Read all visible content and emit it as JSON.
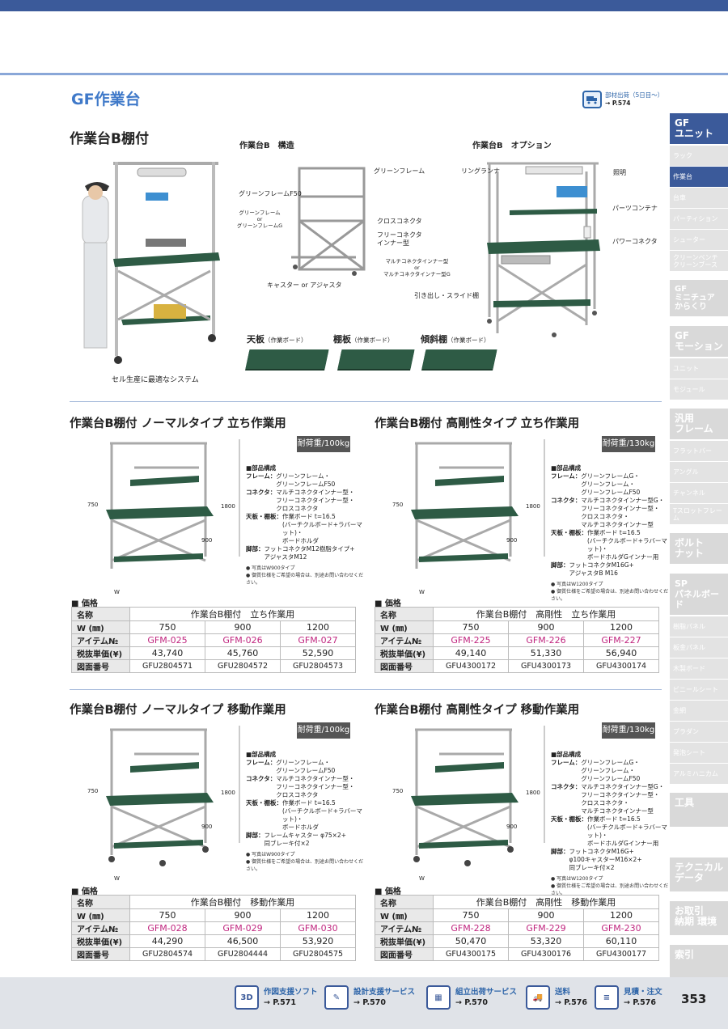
{
  "header": {
    "title": "GF作業台",
    "shipping": {
      "label": "部材出荷（5日目〜）",
      "ref": "→ P.574"
    }
  },
  "hero": {
    "title": "作業台B棚付",
    "caption": "セル生産に最適なシステム",
    "structure_title": "作業台B　構造",
    "option_title": "作業台B　オプション",
    "structure_callouts": {
      "green_frame": "グリーンフレーム",
      "green_frame_f50": "グリーンフレームF50",
      "green_frame_or": "グリーンフレーム\nor\nグリーンフレームG",
      "cross_connector": "クロスコネクタ",
      "free_connector": "フリーコネクタ\nインナー型",
      "multi_connector": "マルチコネクタインナー型\nor\nマルチコネクタインナー型G",
      "caster": "キャスター or アジャスタ"
    },
    "option_callouts": {
      "ring_lamp": "リングランナ",
      "light": "照明",
      "parts_container": "パーツコンテナ",
      "power_connector": "パワーコネクタ",
      "drawer": "引き出し・スライド棚"
    },
    "boards": [
      {
        "name": "天板",
        "sub": "（作業ボード）"
      },
      {
        "name": "棚板",
        "sub": "（作業ボード）"
      },
      {
        "name": "傾斜棚",
        "sub": "（作業ボード）"
      }
    ]
  },
  "common": {
    "price_heading": "■ 価格",
    "row_labels": [
      "名称",
      "W (㎜)",
      "アイテム№",
      "税抜単価(¥)",
      "図面番号"
    ],
    "widths": [
      "750",
      "900",
      "1200"
    ],
    "dim_750": "750",
    "dim_w": "W",
    "dim_1800": "1800",
    "dim_900": "900",
    "specs_heading": "■部品構成"
  },
  "products": [
    {
      "title": "作業台B棚付 ノーマルタイプ 立ち作業用",
      "load": "耐荷重/100kg",
      "specs": [
        {
          "k": "フレーム：",
          "v": "グリーンフレーム・\nグリーンフレームF50"
        },
        {
          "k": "コネクタ：",
          "v": "マルチコネクタインナー型・\nフリーコネクタインナー型・\nクロスコネクタ"
        },
        {
          "k": "天板・棚板：",
          "v": "作業ボード t=16.5\n(バーチクルボード+ラバーマット)・\nボードホルダ"
        },
        {
          "k": "脚部：",
          "v": "フットコネクタM12樹脂タイプ+\nアジャスタM12"
        }
      ],
      "notes": "● 写真はW900タイプ\n● 御質仕様をご希望の場合は、別途お問い合わせください。",
      "name": "作業台B棚付　立ち作業用",
      "codes": [
        "GFM-025",
        "GFM-026",
        "GFM-027"
      ],
      "prices": [
        "43,740",
        "45,760",
        "52,590"
      ],
      "drawings": [
        "GFU2804571",
        "GFU2804572",
        "GFU2804573"
      ]
    },
    {
      "title": "作業台B棚付 高剛性タイプ 立ち作業用",
      "load": "耐荷重/130kg",
      "specs": [
        {
          "k": "フレーム：",
          "v": "グリーンフレームG・\nグリーンフレーム・\nグリーンフレームF50"
        },
        {
          "k": "コネクタ：",
          "v": "マルチコネクタインナー型G・\nフリーコネクタインナー型・\nクロスコネクタ・\nマルチコネクタインナー型"
        },
        {
          "k": "天板・棚板：",
          "v": "作業ボード t=16.5\n(バーチクルボード+ラバーマット)・\nボードホルダGインナー用"
        },
        {
          "k": "脚部：",
          "v": "フットコネクタM16G+\nアジャスタB M16"
        }
      ],
      "notes": "● 写真はW1200タイプ\n● 御質仕様をご希望の場合は、別途お問い合わせください。",
      "name": "作業台B棚付　高剛性　立ち作業用",
      "codes": [
        "GFM-225",
        "GFM-226",
        "GFM-227"
      ],
      "prices": [
        "49,140",
        "51,330",
        "56,940"
      ],
      "drawings": [
        "GFU4300172",
        "GFU4300173",
        "GFU4300174"
      ]
    },
    {
      "title": "作業台B棚付 ノーマルタイプ 移動作業用",
      "load": "耐荷重/100kg",
      "specs": [
        {
          "k": "フレーム：",
          "v": "グリーンフレーム・\nグリーンフレームF50"
        },
        {
          "k": "コネクタ：",
          "v": "マルチコネクタインナー型・\nフリーコネクタインナー型・\nクロスコネクタ"
        },
        {
          "k": "天板・棚板：",
          "v": "作業ボード t=16.5\n(バーチクルボード+ラバーマット)・\nボードホルダ"
        },
        {
          "k": "脚部：",
          "v": "フレームキャスター φ75×2+\n同ブレーキ付×2"
        }
      ],
      "notes": "● 写真はW900タイプ\n● 御質仕様をご希望の場合は、別途お問い合わせください。",
      "name": "作業台B棚付　移動作業用",
      "codes": [
        "GFM-028",
        "GFM-029",
        "GFM-030"
      ],
      "prices": [
        "44,290",
        "46,500",
        "53,920"
      ],
      "drawings": [
        "GFU2804574",
        "GFU2804444",
        "GFU2804575"
      ]
    },
    {
      "title": "作業台B棚付 高剛性タイプ 移動作業用",
      "load": "耐荷重/130kg",
      "specs": [
        {
          "k": "フレーム：",
          "v": "グリーンフレームG・\nグリーンフレーム・\nグリーンフレームF50"
        },
        {
          "k": "コネクタ：",
          "v": "マルチコネクタインナー型G・\nフリーコネクタインナー型・\nクロスコネクタ・\nマルチコネクタインナー型"
        },
        {
          "k": "天板・棚板：",
          "v": "作業ボード t=16.5\n(バーチクルボード+ラバーマット)・\nボードホルダGインナー用"
        },
        {
          "k": "脚部：",
          "v": "フットコネクタM16G+\nφ100キャスターM16×2+\n同ブレーキ付×2"
        }
      ],
      "notes": "● 写真はW1200タイプ\n● 御質仕様をご希望の場合は、別途お問い合わせください。",
      "name": "作業台B棚付　高剛性　移動作業用",
      "codes": [
        "GFM-228",
        "GFM-229",
        "GFM-230"
      ],
      "prices": [
        "50,470",
        "53,320",
        "60,110"
      ],
      "drawings": [
        "GFU4300175",
        "GFU4300176",
        "GFU4300177"
      ]
    }
  ],
  "sidebar": {
    "gf_unit": "GF\nユニット",
    "unit_items": [
      "ラック",
      "作業台",
      "台車",
      "パーティション",
      "シューター",
      "クリーンベンチ\nクリーンブース"
    ],
    "gf_mini": "GF\nミニチュア\nからくり",
    "gf_motion": "GF\nモーション",
    "motion_items": [
      "ユニット",
      "モジュール"
    ],
    "general_frame": "汎用\nフレーム",
    "frame_items": [
      "フラットバー",
      "アングル",
      "チャンネル",
      "Tスロットフレーム"
    ],
    "bolt_nut": "ボルト\nナット",
    "sp_panel": "SP\nパネルボード",
    "panel_items": [
      "樹脂パネル",
      "板金パネル",
      "木製ボード",
      "ビニールシート",
      "金網",
      "プラダン",
      "発泡シート",
      "アルミハニカム"
    ],
    "tools": "工具",
    "tech_data": "テクニカル\nデータ",
    "trade": "お取引\n納期 環境",
    "index": "索引"
  },
  "footer": {
    "items": [
      {
        "icon": "3D",
        "label": "作図支援ソフト",
        "ref": "→ P.571"
      },
      {
        "icon": "✎",
        "label": "設計支援サービス",
        "ref": "→ P.570"
      },
      {
        "icon": "▦",
        "label": "組立出荷サービス",
        "ref": "→ P.570"
      },
      {
        "icon": "🚚",
        "label": "送料",
        "ref": "→ P.576"
      },
      {
        "icon": "≡",
        "label": "見積・注文",
        "ref": "→ P.576"
      }
    ],
    "page_number": "353"
  },
  "colors": {
    "brand": "#3b5a9a",
    "accent": "#3f79c9",
    "code": "#c0267f",
    "board": "#2e5b45"
  }
}
